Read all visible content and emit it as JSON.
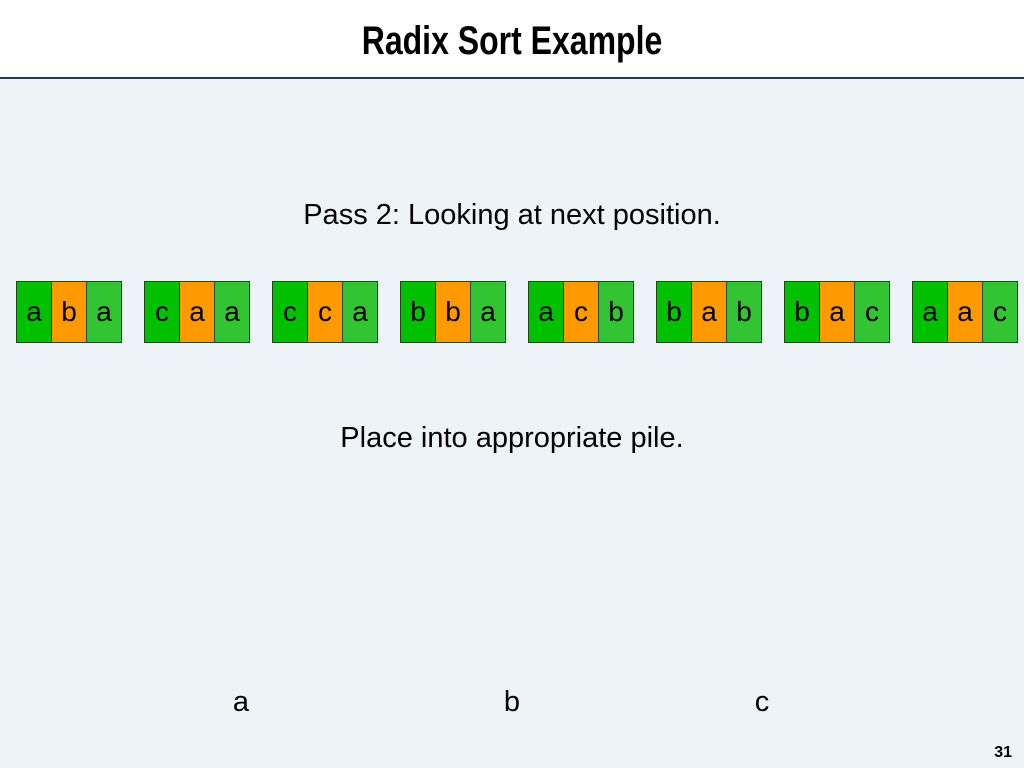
{
  "slide": {
    "title": "Radix Sort Example",
    "pass_caption": "Pass 2: Looking at next position.",
    "instruction": "Place into appropriate pile.",
    "slide_number": "31"
  },
  "words": [
    [
      "a",
      "b",
      "a"
    ],
    [
      "c",
      "a",
      "a"
    ],
    [
      "c",
      "c",
      "a"
    ],
    [
      "b",
      "b",
      "a"
    ],
    [
      "a",
      "c",
      "b"
    ],
    [
      "b",
      "a",
      "b"
    ],
    [
      "b",
      "a",
      "c"
    ],
    [
      "a",
      "a",
      "c"
    ]
  ],
  "piles": [
    "a",
    "b",
    "c"
  ],
  "colors": {
    "title_rule": "#1f3864",
    "content_bg": "#eef3f8",
    "first_letter": "#00c000",
    "middle_letter": "#ff9900",
    "last_letter": "#33c433"
  }
}
